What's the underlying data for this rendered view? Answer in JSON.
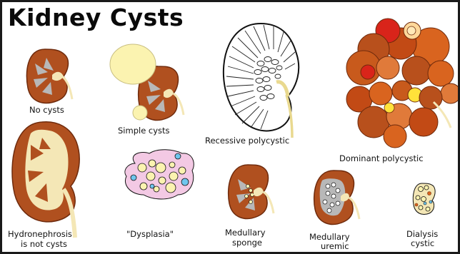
{
  "title": "Kidney Cysts",
  "labels": {
    "no_cysts": "No cysts",
    "simple_cysts": "Simple cysts",
    "recessive": "Recessive polycystic",
    "dominant": "Dominant polycystic",
    "hydronephrosis_1": "Hydronephrosis",
    "hydronephrosis_2": "is not cysts",
    "dysplasia": "\"Dysplasia\"",
    "medullary_sponge_1": "Medullary",
    "medullary_sponge_2": "sponge",
    "medullary_uremic_1": "Medullary",
    "medullary_uremic_2": "uremic",
    "dialysis_1": "Dialysis",
    "dialysis_2": "cystic"
  },
  "colors": {
    "kidney_brown": "#b0501f",
    "kidney_dark": "#6e2a0c",
    "pyramid_gray": "#b8b8b8",
    "pelvis_cream": "#f4e7b6",
    "cyst_cream": "#fbf3b0",
    "dysplasia_pink": "#f3c9e4",
    "dysplasia_blue": "#6fc6ee",
    "dominant_orange": "#d9641f",
    "dominant_red": "#d9241a",
    "dominant_yellow": "#ffe23a"
  }
}
